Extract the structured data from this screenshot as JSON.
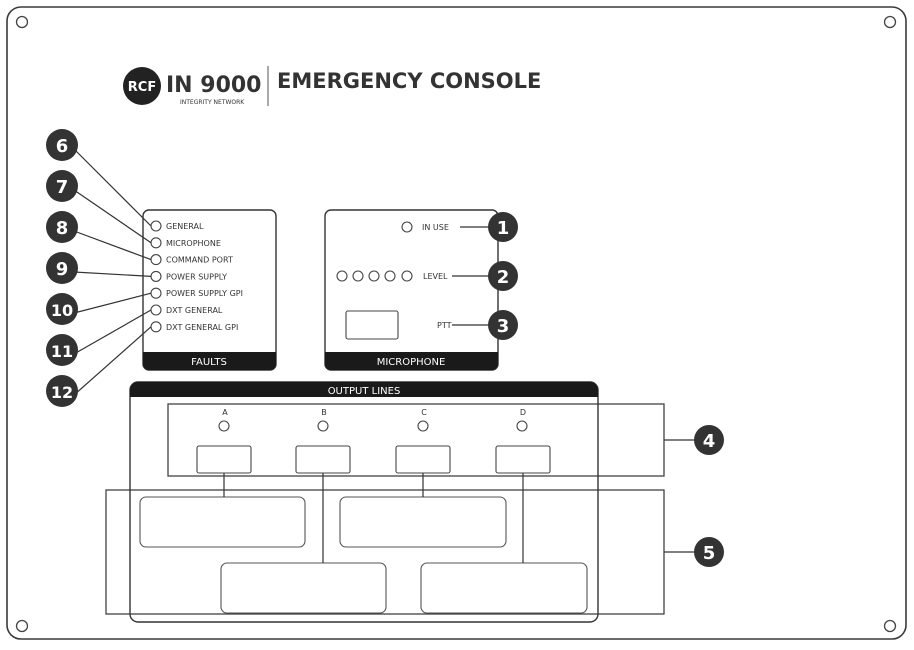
{
  "brand": {
    "logo": "RCF",
    "product": "IN 9000",
    "subtitle": "INTEGRITY NETWORK",
    "title": "EMERGENCY CONSOLE"
  },
  "faults": {
    "label": "FAULTS",
    "items": [
      {
        "label": "GENERAL",
        "callout": "6"
      },
      {
        "label": "MICROPHONE",
        "callout": "7"
      },
      {
        "label": "COMMAND PORT",
        "callout": "8"
      },
      {
        "label": "POWER SUPPLY",
        "callout": "9"
      },
      {
        "label": "POWER SUPPLY GPI",
        "callout": "10"
      },
      {
        "label": "DXT GENERAL",
        "callout": "11"
      },
      {
        "label": "DXT GENERAL GPI",
        "callout": "12"
      }
    ]
  },
  "microphone": {
    "label": "MICROPHONE",
    "in_use": "IN USE",
    "level": "LEVEL",
    "ptt": "PTT",
    "callouts": {
      "in_use": "1",
      "level": "2",
      "ptt": "3"
    }
  },
  "output_lines": {
    "label": "OUTPUT LINES",
    "channels": [
      "A",
      "B",
      "C",
      "D"
    ],
    "callouts": {
      "buttons": "4",
      "labels": "5"
    }
  },
  "colors": {
    "outline": "#2a2a2a",
    "callout_fill": "#333333",
    "callout_text": "#ffffff",
    "label_bar": "#1a1a1a"
  }
}
